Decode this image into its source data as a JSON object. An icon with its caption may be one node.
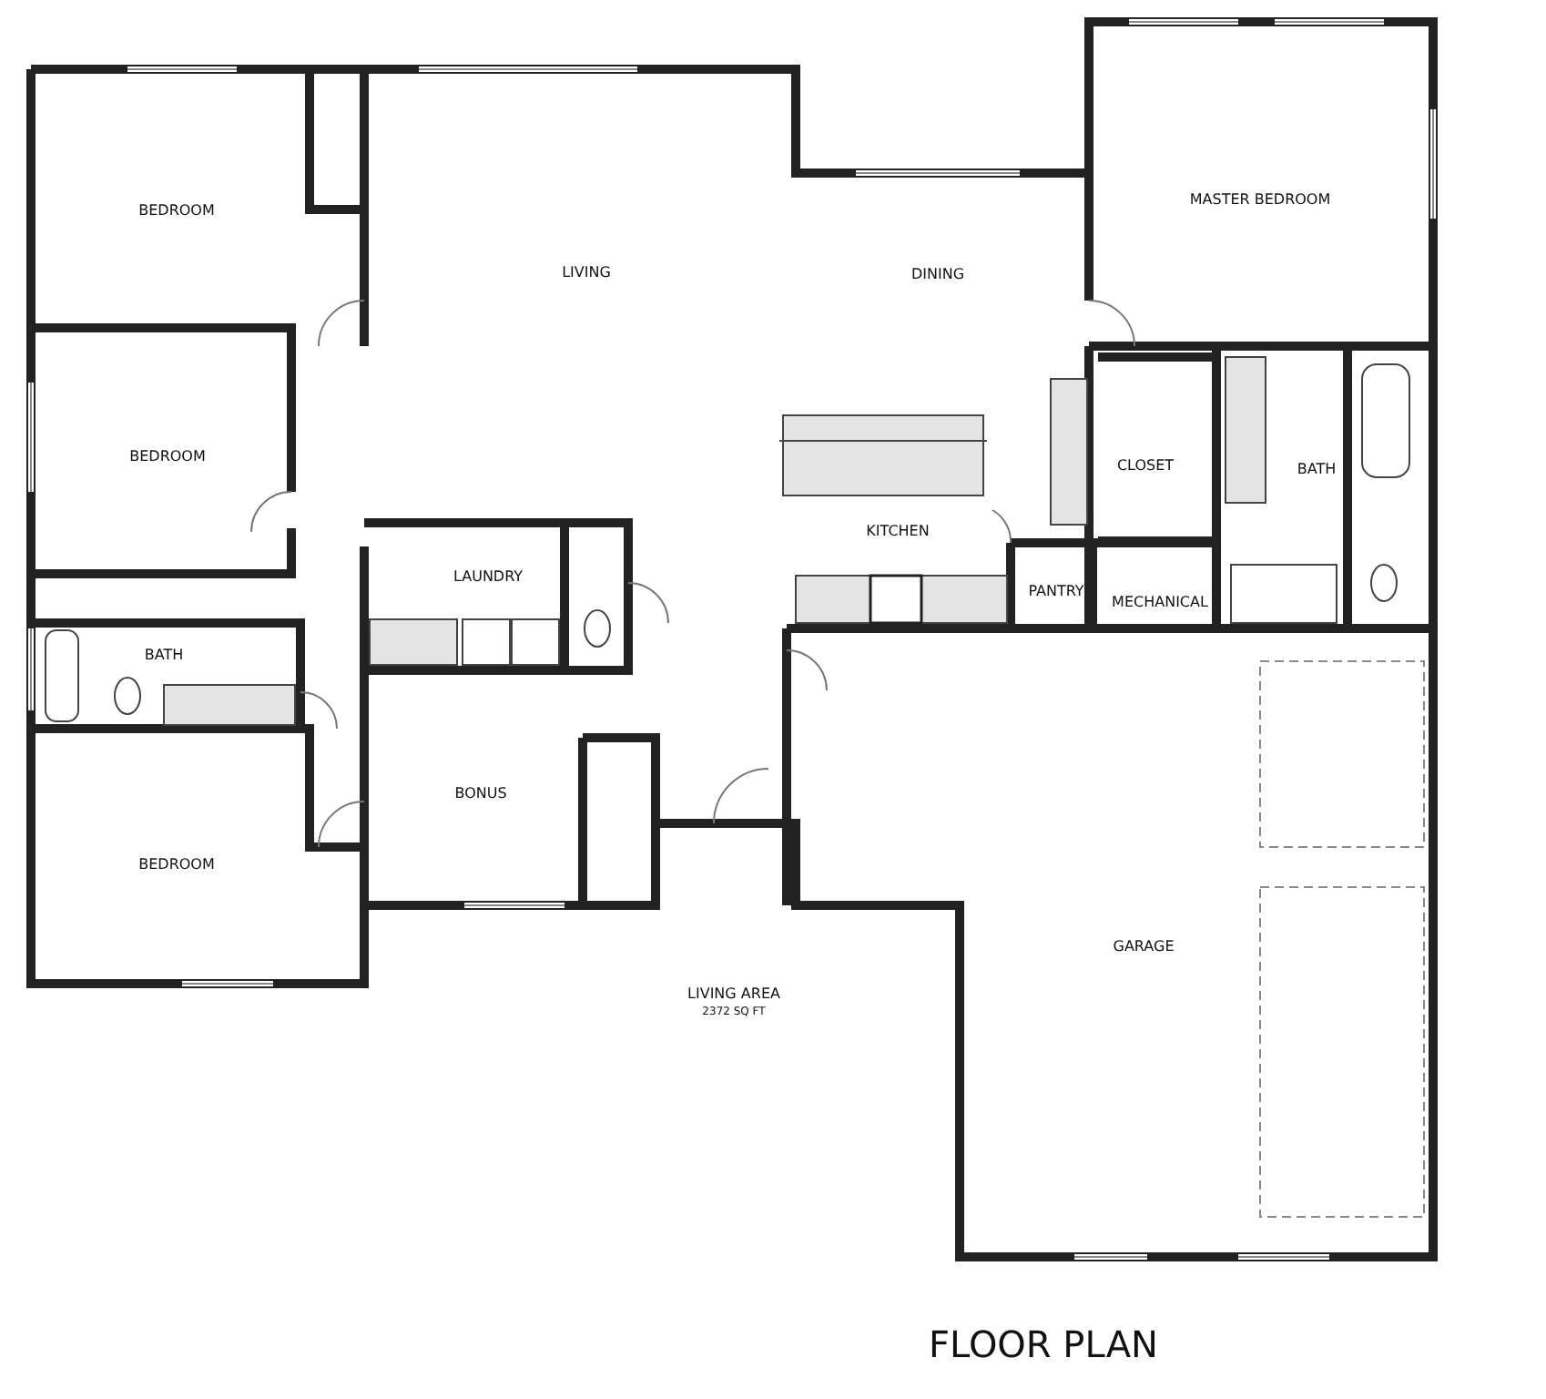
{
  "diagram": {
    "title": "FLOOR PLAN",
    "labels": [
      "BEDROOM",
      "MASTER BEDROOM",
      "LIVING",
      "DINING",
      "BEDROOM",
      "CLOSET",
      "BATH",
      "KITCHEN",
      "LAUNDRY",
      "PANTRY",
      "MECHANICAL",
      "BATH",
      "BONUS",
      "BEDROOM",
      "GARAGE",
      "LIVING AREA",
      "2372 SQ FT"
    ]
  }
}
